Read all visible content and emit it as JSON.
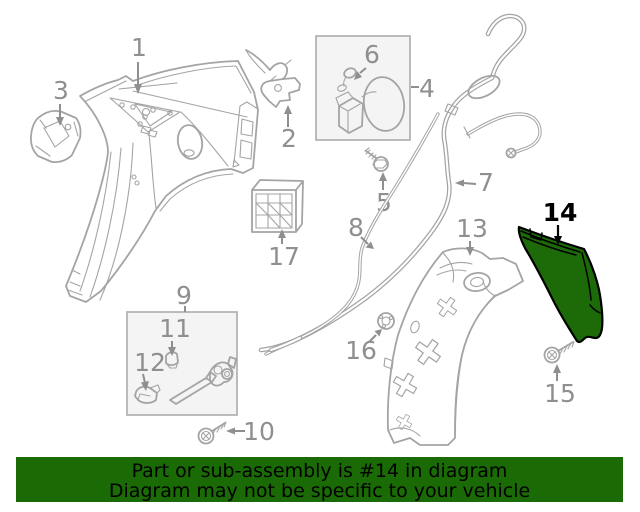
{
  "banner": {
    "line1": "Part or sub-assembly is #14 in diagram",
    "line2": "Diagram may not be specific to your vehicle"
  },
  "highlighted_part": "14",
  "part_labels": {
    "p1": "1",
    "p2": "2",
    "p3": "3",
    "p4": "4",
    "p5": "5",
    "p6": "6",
    "p7": "7",
    "p8": "8",
    "p9": "9",
    "p10": "10",
    "p11": "11",
    "p12": "12",
    "p13": "13",
    "p14": "14",
    "p15": "15",
    "p16": "16",
    "p17": "17"
  },
  "colors": {
    "line-gray": "#a4a4a4",
    "label-gray": "#8f8f8f",
    "box-fill": "#f4f4f4",
    "box-border": "#ababab",
    "highlight-green": "#1c6b08",
    "outline-black": "#000000",
    "banner-green": "#1a6a05",
    "banner-text": "#000000",
    "background": "#ffffff"
  }
}
